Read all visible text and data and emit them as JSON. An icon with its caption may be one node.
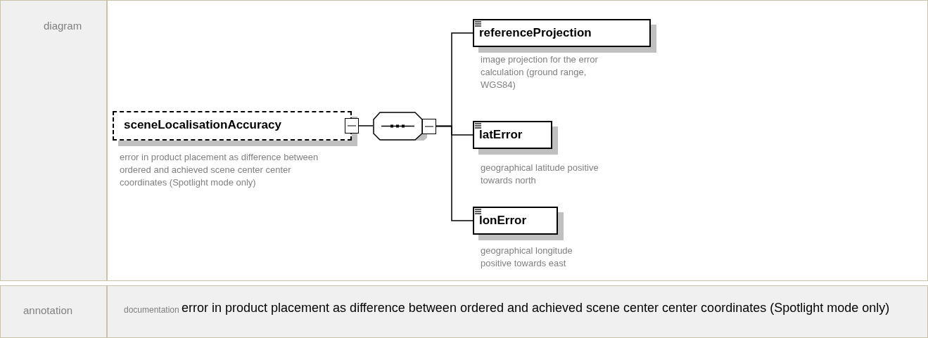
{
  "diagram": {
    "nodes": [
      {
        "text": [
          "sceneLocalisationAccuracy"
        ],
        "beside": [
          "error in product placement as difference between ordered and achieved scene center center coordinates (Spotlight mode only)"
        ]
      },
      {
        "text": [],
        "shape": "octagon"
      },
      {
        "text": [
          "referenceProjection"
        ],
        "beside": [
          "image projection for the error calculation (ground range, WGS84)"
        ]
      },
      {
        "text": [
          "latError"
        ],
        "beside": [
          "geographical latitude positive towards north"
        ]
      },
      {
        "text": [
          "lonError"
        ],
        "beside": [
          "geographical longitude positive towards east"
        ]
      }
    ],
    "edges": [
      {
        "from": 0,
        "to": 1,
        "arrow": "none"
      },
      {
        "from": 1,
        "to": 2,
        "arrow": "none"
      },
      {
        "from": 1,
        "to": 3,
        "arrow": "none"
      },
      {
        "from": 1,
        "to": 4,
        "arrow": "none"
      }
    ],
    "labels": [
      "diagram",
      "annotation",
      "documentation",
      "error in product placement as difference between ordered and achieved scene center center coordinates (Spotlight mode only)"
    ]
  }
}
